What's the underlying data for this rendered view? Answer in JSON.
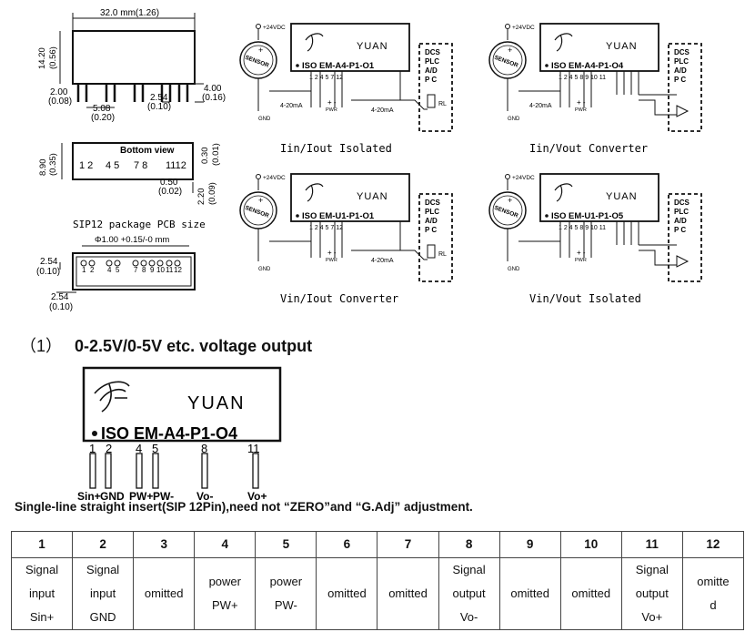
{
  "dimensions": {
    "width": "32.0 mm(1.26)",
    "height": [
      "14.20",
      "(0.56)"
    ],
    "pin_len": [
      "4.00",
      "(0.16)"
    ],
    "pin_offset": [
      "2.00",
      "(0.08)"
    ],
    "pitch_a": [
      "5.08",
      "(0.20)"
    ],
    "pitch_b": [
      "2.54",
      "(0.10)"
    ]
  },
  "bottom_view": {
    "title": "Bottom view",
    "pins": [
      "1 2",
      "4 5",
      "7 8",
      "1112"
    ],
    "depth": [
      "8.90",
      "(0.35)"
    ],
    "d1": [
      "0.30",
      "(0.01)"
    ],
    "d2": [
      "0.50",
      "(0.02)"
    ],
    "d3": [
      "2.20",
      "(0.09)"
    ]
  },
  "pcb": {
    "title": "SIP12 package PCB size",
    "hole": "Φ1.00 +0.15/-0 mm",
    "pitch": [
      "2.54",
      "(0.10)"
    ],
    "offset": [
      "2.54",
      "(0.10)"
    ],
    "hole_labels": [
      "1",
      "2",
      "4",
      "5",
      "7",
      "8",
      "9",
      "10",
      "11",
      "12"
    ]
  },
  "logo_text": "YUAN",
  "diagrams": [
    {
      "model": "ISO EM-A4-P1-O1",
      "caption": "Iin/Iout Isolated",
      "pins": "1  2  4 5     7            12",
      "current_in": "4-20mA",
      "current_out": "4-20mA",
      "load": "RL"
    },
    {
      "model": "ISO EM-A4-P1-O4",
      "caption": "Iin/Vout Converter",
      "pins": "1  2  4 5      8 9 10 11",
      "current_in": "4-20mA"
    },
    {
      "model": "ISO EM-U1-P1-O1",
      "caption": "Vin/Iout Converter",
      "pins": "1  2  4 5     7            12",
      "current_out": "4-20mA",
      "load": "RL"
    },
    {
      "model": "ISO EM-U1-P1-O5",
      "caption": "Vin/Vout Isolated",
      "pins": "1  2  4 5      8 9 10 11"
    }
  ],
  "common": {
    "supply": "+24VDC",
    "sensor": "SENSOR",
    "gnd": "GND",
    "pwr": "PWR",
    "dcs": [
      "DCS",
      "PLC",
      "A/D",
      "P C"
    ]
  },
  "section": {
    "number": "（1）",
    "title": "0-2.5V/0-5V etc. voltage output"
  },
  "big_module": {
    "model": "ISO EM-A4-P1-O4",
    "pin_numbers": [
      "1",
      "2",
      "4",
      "5",
      "8",
      "11"
    ],
    "pin_labels": [
      "Sin+",
      "GND",
      "PW+",
      "PW-",
      "Vo-",
      "Vo+"
    ]
  },
  "note": "Single-line straight insert(SIP 12Pin),need not “ZERO”and “G.Adj” adjustment.",
  "pin_table": {
    "numbers": [
      "1",
      "2",
      "3",
      "4",
      "5",
      "6",
      "7",
      "8",
      "9",
      "10",
      "11",
      "12"
    ],
    "functions": [
      [
        "Signal",
        "input",
        "Sin+"
      ],
      [
        "Signal",
        "input",
        "GND"
      ],
      [
        "omitted"
      ],
      [
        "power",
        "PW+"
      ],
      [
        "power",
        "PW-"
      ],
      [
        "omitted"
      ],
      [
        "omitted"
      ],
      [
        "Signal",
        "output",
        "Vo-"
      ],
      [
        "omitted"
      ],
      [
        "omitted"
      ],
      [
        "Signal",
        "output",
        "Vo+"
      ],
      [
        "omitte",
        "d"
      ]
    ]
  }
}
